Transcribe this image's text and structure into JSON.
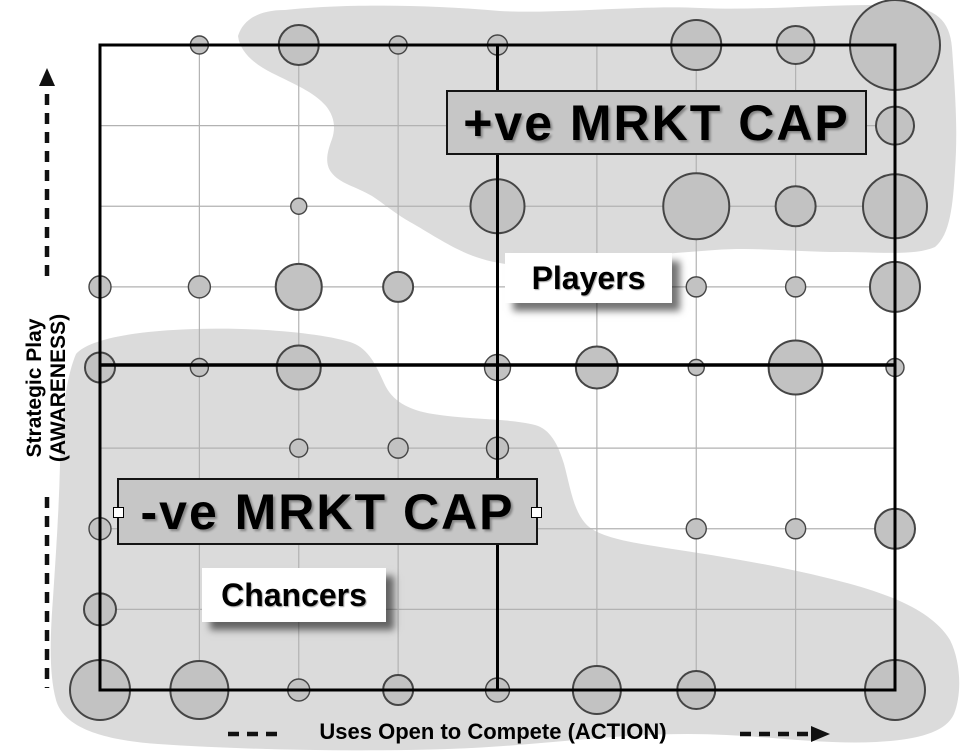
{
  "diagram": {
    "quadrant_boxes": {
      "positive": {
        "label": "+ve MRKT CAP"
      },
      "negative": {
        "label": "-ve MRKT CAP"
      }
    },
    "region_labels": {
      "players": "Players",
      "chancers": "Chancers"
    },
    "y_axis": {
      "line1": "Strategic Play",
      "line2": "(AWARENESS)"
    },
    "x_axis": {
      "label": "Uses Open to Compete (ACTION)"
    }
  },
  "colors": {
    "background": "#ffffff",
    "blob_fill": "#dbdbdb",
    "bubble_fill": "#c2c2c2",
    "bubble_stroke": "#454545",
    "grid_line": "#b2b2b2",
    "frame_line": "#000000",
    "arrow_line": "#111111",
    "gray_box_fill": "#c6c6c6",
    "white_box_fill": "#ffffff"
  },
  "chart_data": {
    "type": "bubble-matrix",
    "description": "2x2 strategy quadrant over an 8x8 grid; bubbles sit on grid intersections (col 0-8 left-to-right, row 0-8 top-to-bottom), radius in px",
    "grid": {
      "cols": 8,
      "rows": 8
    },
    "bubbles": [
      {
        "col": 1,
        "row": 0,
        "r": 9
      },
      {
        "col": 2,
        "row": 0,
        "r": 20
      },
      {
        "col": 3,
        "row": 0,
        "r": 9
      },
      {
        "col": 4,
        "row": 0,
        "r": 10
      },
      {
        "col": 6,
        "row": 0,
        "r": 25
      },
      {
        "col": 7,
        "row": 0,
        "r": 19
      },
      {
        "col": 8,
        "row": 0,
        "r": 45
      },
      {
        "col": 8,
        "row": 1,
        "r": 19
      },
      {
        "col": 2,
        "row": 2,
        "r": 8
      },
      {
        "col": 4,
        "row": 2,
        "r": 27
      },
      {
        "col": 6,
        "row": 2,
        "r": 33
      },
      {
        "col": 7,
        "row": 2,
        "r": 20
      },
      {
        "col": 8,
        "row": 2,
        "r": 32
      },
      {
        "col": 0,
        "row": 3,
        "r": 11
      },
      {
        "col": 1,
        "row": 3,
        "r": 11
      },
      {
        "col": 2,
        "row": 3,
        "r": 23
      },
      {
        "col": 3,
        "row": 3,
        "r": 15
      },
      {
        "col": 6,
        "row": 3,
        "r": 10
      },
      {
        "col": 7,
        "row": 3,
        "r": 10
      },
      {
        "col": 8,
        "row": 3,
        "r": 25
      },
      {
        "col": 0,
        "row": 4,
        "r": 15
      },
      {
        "col": 1,
        "row": 4,
        "r": 9
      },
      {
        "col": 2,
        "row": 4,
        "r": 22
      },
      {
        "col": 4,
        "row": 4,
        "r": 13
      },
      {
        "col": 5,
        "row": 4,
        "r": 21
      },
      {
        "col": 6,
        "row": 4,
        "r": 8
      },
      {
        "col": 7,
        "row": 4,
        "r": 27
      },
      {
        "col": 8,
        "row": 4,
        "r": 9
      },
      {
        "col": 2,
        "row": 5,
        "r": 9
      },
      {
        "col": 3,
        "row": 5,
        "r": 10
      },
      {
        "col": 4,
        "row": 5,
        "r": 11
      },
      {
        "col": 0,
        "row": 6,
        "r": 11
      },
      {
        "col": 6,
        "row": 6,
        "r": 10
      },
      {
        "col": 7,
        "row": 6,
        "r": 10
      },
      {
        "col": 8,
        "row": 6,
        "r": 20
      },
      {
        "col": 0,
        "row": 7,
        "r": 16
      },
      {
        "col": 0,
        "row": 8,
        "r": 30
      },
      {
        "col": 1,
        "row": 8,
        "r": 29
      },
      {
        "col": 2,
        "row": 8,
        "r": 11
      },
      {
        "col": 3,
        "row": 8,
        "r": 15
      },
      {
        "col": 4,
        "row": 8,
        "r": 12
      },
      {
        "col": 5,
        "row": 8,
        "r": 24
      },
      {
        "col": 6,
        "row": 8,
        "r": 19
      },
      {
        "col": 8,
        "row": 8,
        "r": 30
      }
    ]
  }
}
